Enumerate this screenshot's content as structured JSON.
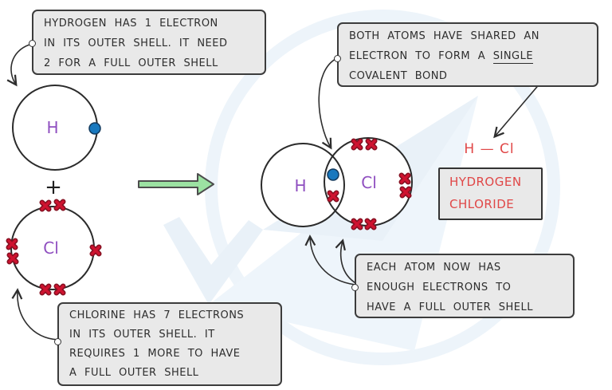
{
  "notes": {
    "hydrogen": {
      "lines": [
        "HYDROGEN HAS 1 ELECTRON",
        "IN ITS OUTER SHELL. IT NEED",
        "2 FOR A FULL OUTER SHELL"
      ]
    },
    "shared_bond": {
      "line1": "BOTH ATOMS HAVE SHARED AN",
      "line2_pre": "ELECTRON TO FORM A",
      "line2_underlined": "SINGLE",
      "line3": "COVALENT BOND"
    },
    "full_shell": {
      "lines": [
        "EACH ATOM NOW HAS",
        "ENOUGH ELECTRONS TO",
        "HAVE A FULL OUTER SHELL"
      ]
    },
    "chlorine": {
      "lines": [
        "CHLORINE HAS 7 ELECTRONS",
        "IN ITS OUTER SHELL. IT",
        "REQUIRES 1 MORE TO HAVE",
        "A FULL OUTER SHELL"
      ]
    }
  },
  "labels": {
    "hydrogen_atom": "H",
    "chlorine_atom": "Cl",
    "plus_sign": "+",
    "molecule_hydrogen": "H",
    "molecule_chlorine": "Cl"
  },
  "product": {
    "formula": "H — Cl",
    "name_line1": "HYDROGEN",
    "name_line2": "CHLORIDE"
  },
  "colors": {
    "note_background": "#e9e9e9",
    "note_border": "#3c3c3c",
    "note_text": "#2d2d2d",
    "element_purple": "#8f4fc0",
    "product_red": "#e04747",
    "electron_cross_red": "#c8102e",
    "electron_dot_blue": "#1878be",
    "reaction_arrow_green": "#9ce2a2",
    "watermark_blue": "#e9f1f8"
  }
}
